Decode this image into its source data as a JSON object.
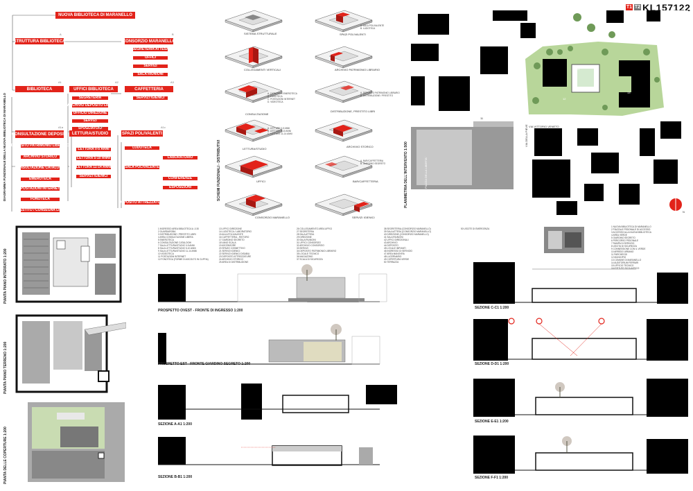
{
  "header": {
    "badge1": "T1",
    "badge2": "T2",
    "code": "KL157122"
  },
  "diagram": {
    "side_title": "DIAGRAMMA FUNZIONALE DELLA NUOVA BIBLIOTECA DI MARANELLO",
    "root": "NUOVA BIBLIOTECA DI MARANELLO",
    "A": {
      "code": "A",
      "label": "STRUTTURA BIBLIOTECA"
    },
    "B": {
      "code": "B",
      "label": "CONSORZIO MARANELLO",
      "items": [
        "SEGRETERIA ATTESA",
        "UFFICI",
        "SERVIZI",
        "SALA RIUNIONI"
      ]
    },
    "A1": {
      "code": "A1",
      "label": "BIBLIOTECA"
    },
    "A2": {
      "code": "A2",
      "label": "UFFICI BIBLIOTECA",
      "items": [
        "SEGRETERIA",
        "ARCHIVIO DEPOSITO LIBRI",
        "UFFICIO DIREZIONE",
        "SERVIZI",
        "SPOGLIATOIO"
      ]
    },
    "A3": {
      "code": "A3",
      "label": "CAFFETTERIA",
      "items": [
        "SERVIZI IGIENICI"
      ]
    },
    "A1a": {
      "code": "A1a",
      "label": "CONSULTAZIONE DEPOSITI",
      "items": [
        "DEPOSITO PATRIMONIO LIBRARIO",
        "ARCHIVIO STORICO",
        "CONSULTAZIONE CATALOGHI",
        "EMEROTECA",
        "POSTAZIONI INTERNET",
        "FONOTECA",
        "PRESTITO / CONSEGNA LIBRI"
      ]
    },
    "A1b": {
      "code": "A1b",
      "label": "LETTURA/STUDIO",
      "items": [
        "LETTURA 0-5 ANNI",
        "LETTURA 5-10 ANNI",
        "LETTURA 11-14 ANNI",
        "SERVIZI IGIENICI"
      ]
    },
    "A1c": {
      "code": "A1c",
      "label": "SPAZI POLIVALENTI",
      "items": [
        "LUDOTECA",
        "LABORATORIO",
        "SALA POLIVALENTE",
        "CONFERENZE",
        "ESPOSIZIONI",
        "DEPOSITO ATTREZZATURE"
      ]
    }
  },
  "schemes": {
    "side_title": "SCHEMI FUNZIONALI - DISTRIBUTIVI",
    "left": [
      "SISTEMA STRUTTURALE",
      "COLLEGAMENTI VERTICALI",
      "CONSULTAZIONE",
      "LETTURA/STUDIO",
      "UFFICI",
      "CONSORZIO MARANELLO"
    ],
    "right": [
      "SPAZI POLIVALENTI",
      "ARCHIVIO PATRIMONIO LIBRARIO",
      "DISTRIBUZIONE, PRESTITO LIBRI",
      "ARCHIVIO STORICO",
      "BAR/CAFFETTERIA",
      "SERVIZI IGIENICI"
    ],
    "notes": [
      "A. AULA POLIVALENTE\nB. LUDOTECA",
      "A. CATALOGHI EMEROTECA\nB. FONOTECA\nC. POSTAZIONI INTERNET\nD. VIDEOTECA",
      "A. LETTURE 0-5 ANNI\nB. LETTURE 5-10 ANNI\nC. LETTURE 11-14 ANNI",
      "A. DEPOSITO PATRIMONIO LIBRARIO\nB. DISTRIBUZIONE / PRESTITO",
      "A. BAR/CAFFETTERIA\nB. GIARDINO SEGRETO"
    ]
  },
  "site": {
    "side_title": "PLANIMETRIA DELL'INTERVENTO 1:500",
    "square": "PIAZZA DELLA LIBERTA'",
    "street1": "VIA VITTORIO VENETO",
    "street2": "VIA DELLA PIEVE",
    "numbers": [
      "14",
      "13",
      "12",
      "11",
      "15",
      "16",
      "17",
      "18"
    ],
    "north": "N"
  },
  "plans": [
    {
      "label": "PIANTA PIANO INTERRATO 1:200"
    },
    {
      "label": "PIANTA PIANO TERRENO 1:200"
    },
    {
      "label": "PIANTA DELLE COPERTURE 1:200"
    }
  ],
  "legend_mid": [
    "1 INGRESSO AREA BIBLIOTECA A -0.30\n2 GUARDAROBA\n3 DISTRIBUZIONE / PRESTITO LIBRI\n4 AREA CONSULTAZIONE LIBERA\n5 EMEROTECA\n6 CONSULTAZIONE CATALOGHI\n7 SALA LETTURA/STUDIO 0-5 ANNI\n8 SALA LETTURA/STUDIO 5-10 ANNI\n9 SALA LETTURA/STUDIO 11-14 ANNI\n10 VIDEOTECA\n11 POSTAZIONI INTERNET\n12 FONOTECA (FORME DI ASCOLTO IN CUFFIA)",
    "13 UFFICI DIREZIONE\n14 LUDOTECA / LABORATORIO\n15 AULA POLIVALENTE\n16 CAFFETTERIA - RISTORO\n17 GIARDINO SEGRETO\n18 VANO SCALA\n19 ASCENSORE\n20 SPAZIO CONNETTIVO\n21 SERVIZI IGIENICI\n22 SERVIZI IGIENICI DISABILI\n23 DEPOSITO ATTREZZATURE\n24 ARCHIVIO STORICO\n25 AREA DI DISTRIBUZIONE",
    "26 COLLEGAMENTO AREA UFFICI\n27 SEGRETERIA\n28 SALA ATTESA\n29 DIREZIONE\n30 SALA RIUNIONI\n31 UFFICI CONSORZIO\n32 ARCHIVIO CONSORZIO\n33 SERVIZI\n34 DEPOSITO PATRIMONIO LIBRARIO\n35 LOCALE TECNICO\n36 MAGAZZINO\n37 SCALA DI SICUREZZA",
    "38 SEGRETERIA (CONSORZIO MARANELLO)\n39 SALA ATTESA (CONSORZIO MARANELLO)\n40 DIREZIONE (CONSORZIO MARANELLO)\n41 SALA RIUNIONI\n42 UFFICI DIREZIONALI\n43 ARCHIVIO\n44 DEPOSITO\n45 LOCALE IMPIANTI\n46 INGRESSO DI SERVIZIO\n47 AREA MANOVRA\n48 LUCERNARIO\n49 COPERTURA VERDE\n50 TERRAZZA",
    "50 USCITE DI EMERGENZA"
  ],
  "legend_right": "1 NUOVA BIBLIOTECA DI MARANELLO\n2 PIAZZALE PEDONALE DI ACCESSO\n3 ACCESSO ALLA NUOVA BIBLIOTECA\n4 AREA VERDE\n5 GIARDINO SEGRETO\n6 PERCORSO PEDONALE\n7 RAMPA DI SERVIZIO\n8 USCITA DI SICUREZZA\n9 CONNESSIONE CON IL VERDE\n10 ARREDO URBANO\n11 PARCHEGGI\n12 MUNICIPIO\n13 COMUNE DI MARANELLO\n14 AUDITORIUM FERRARI\n15 UFFICIO TECNICO\n16 ISTITUTO SCOLASTICO",
  "drawings": [
    {
      "label": "PROSPETTO OVEST - FRONTE DI INGRESSO 1:200"
    },
    {
      "label": "PROSPETTO EST - FRONTE GIARDINO SEGRETO 1:200"
    },
    {
      "label": "SEZIONE A-A1 1:200"
    },
    {
      "label": "SEZIONE B-B1 1:200"
    },
    {
      "label": "SEZIONE C-C1 1:200"
    },
    {
      "label": "SEZIONE D-D1 1:200"
    },
    {
      "label": "SEZIONE E-E1 1:200"
    },
    {
      "label": "SEZIONE F-F1 1:200"
    }
  ],
  "colors": {
    "accent": "#e2231a",
    "building": "#000000",
    "green": "#b8d69a"
  }
}
